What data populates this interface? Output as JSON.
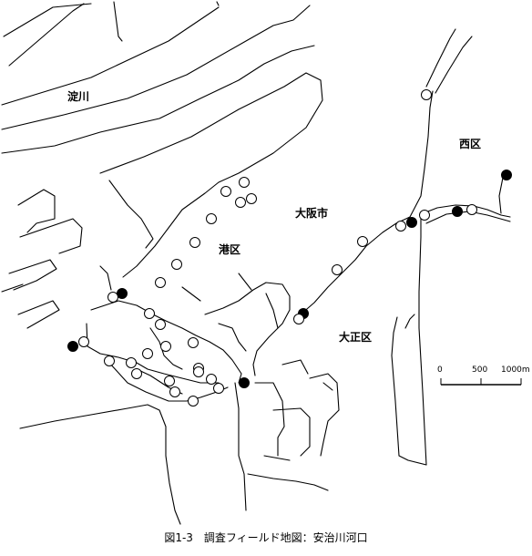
{
  "labels": {
    "yodogawa": "淀川",
    "nishi_ku": "西区",
    "osaka_shi": "大阪市",
    "minato_ku": "港区",
    "taisho_ku": "大正区"
  },
  "scale": {
    "ticks": [
      "0",
      "500",
      "1000m"
    ]
  },
  "caption": "図1-3　調査フィールド地図：安治川河口",
  "colors": {
    "line": "#000000",
    "background": "#ffffff",
    "open_marker": "#ffffff",
    "filled_marker": "#000000"
  }
}
